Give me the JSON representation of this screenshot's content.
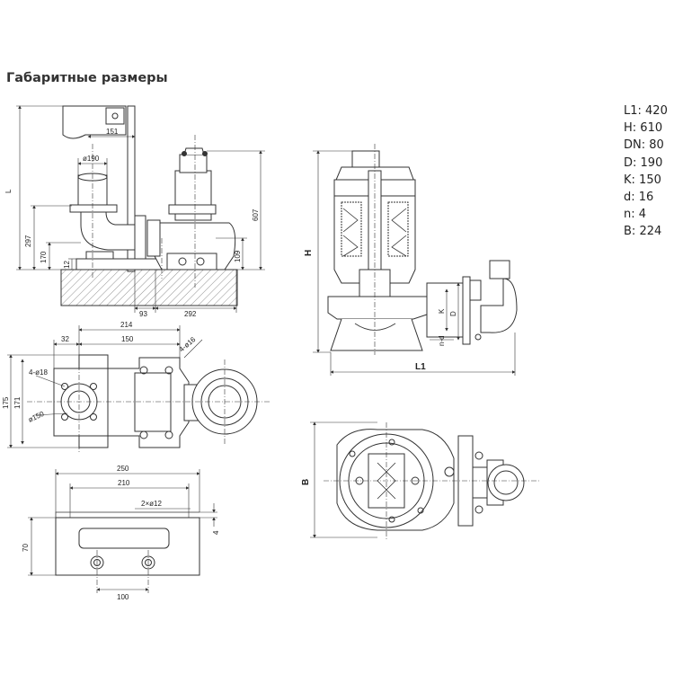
{
  "title": "Габаритные размеры",
  "specs": [
    {
      "label": "L1",
      "value": "420"
    },
    {
      "label": "H",
      "value": "610"
    },
    {
      "label": "DN",
      "value": "80"
    },
    {
      "label": "D",
      "value": "190"
    },
    {
      "label": "K",
      "value": "150"
    },
    {
      "label": "d",
      "value": "16"
    },
    {
      "label": "n",
      "value": "4"
    },
    {
      "label": "B",
      "value": "224"
    }
  ],
  "side_view": {
    "d151": "151",
    "d190": "ø190",
    "dL": "L",
    "d297": "297",
    "d170": "170",
    "d12": "12",
    "d607": "607",
    "d109": "109",
    "d93": "93",
    "d292": "292"
  },
  "top_view": {
    "d214": "214",
    "d32": "32",
    "d150": "150",
    "d4x16": "4-ø16",
    "d4x18": "4-ø18",
    "d150dia": "ø150",
    "d175": "175",
    "d171": "171"
  },
  "base_view": {
    "d250": "250",
    "d210": "210",
    "d2x12": "2×ø12",
    "d70": "70",
    "d4": "4",
    "d100": "100"
  },
  "pump_front": {
    "dH": "H",
    "dL1": "L1",
    "dK": "K",
    "dD": "D",
    "dnd": "n-d"
  },
  "pump_top": {
    "dB": "B"
  }
}
